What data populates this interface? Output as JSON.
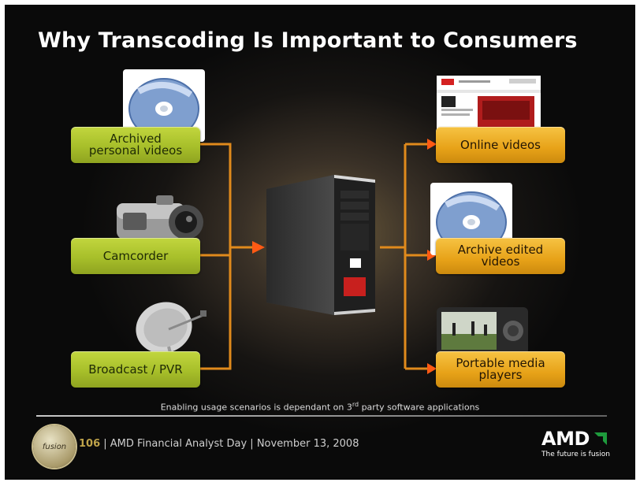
{
  "slide": {
    "title": "Why Transcoding Is Important to Consumers",
    "sources": [
      {
        "label": "Archived\npersonal videos",
        "icon": "disc-icon"
      },
      {
        "label": "Camcorder",
        "icon": "camcorder-icon"
      },
      {
        "label": "Broadcast / PVR",
        "icon": "satellite-dish-icon"
      }
    ],
    "hub_icon": "pc-tower-icon",
    "destinations": [
      {
        "label": "Online videos",
        "icon": "web-video-screenshot-icon"
      },
      {
        "label": "Archive edited\nvideos",
        "icon": "disc-icon"
      },
      {
        "label": "Portable media\nplayers",
        "icon": "portable-player-icon"
      }
    ],
    "note_main": "Enabling usage scenarios is dependant on 3",
    "note_sup": "rd",
    "note_tail": " party software applications",
    "colors": {
      "source_box": "#a7bf2a",
      "destination_box": "#e7a218",
      "connector": "#e08a1c",
      "arrowhead": "#ff5a14"
    }
  },
  "footer": {
    "badge": "fusion",
    "page_number": "106",
    "event": " | AMD Financial Analyst Day | November 13, 2008",
    "logo": "AMD",
    "tagline": "The future is fusion"
  }
}
